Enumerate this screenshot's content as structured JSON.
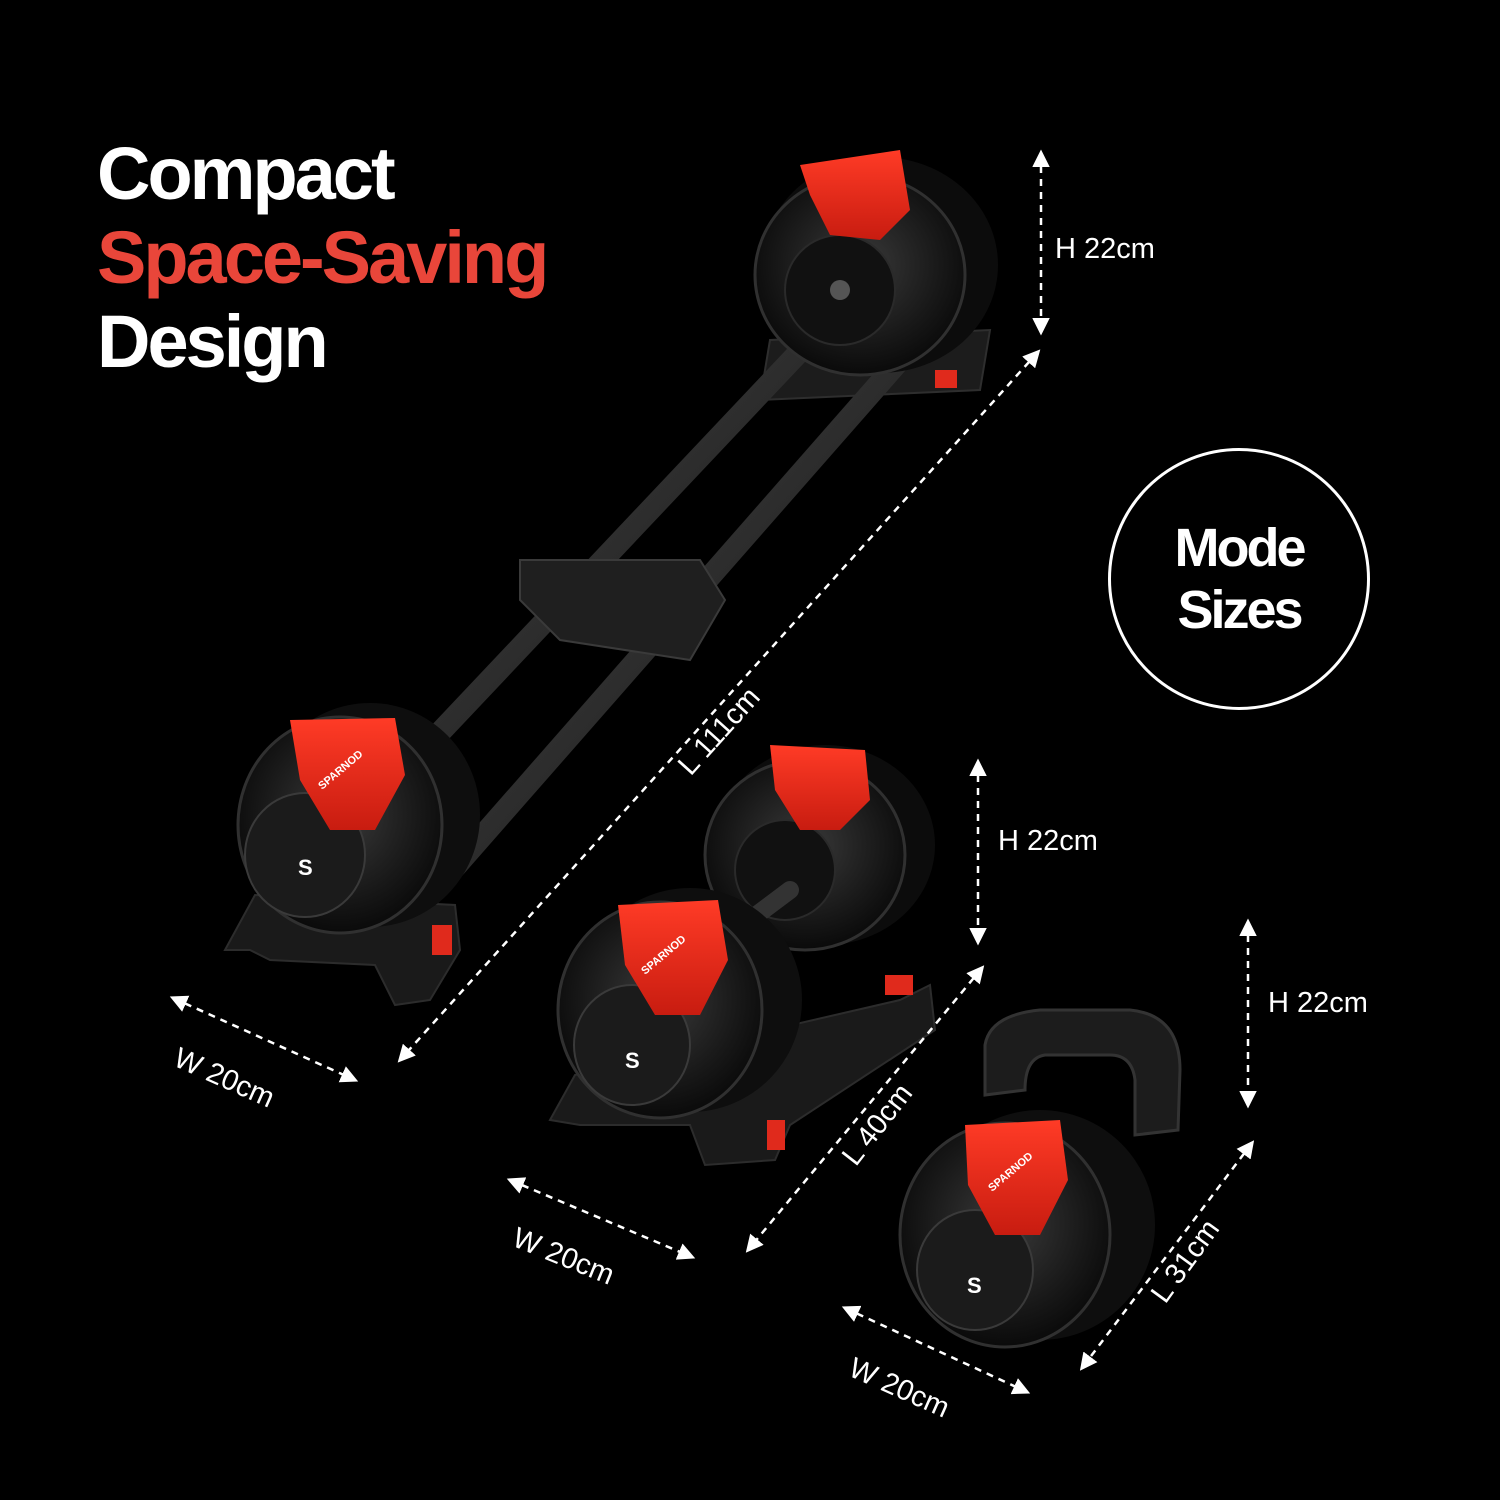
{
  "headline": {
    "line1": "Compact",
    "line2": "Space-Saving",
    "line3": "Design"
  },
  "badge": {
    "line1": "Mode",
    "line2": "Sizes"
  },
  "brand": {
    "name": "SPARNOD",
    "logo_letter": "S"
  },
  "colors": {
    "background": "#000000",
    "accent_red": "#e9463a",
    "text": "#ffffff"
  },
  "barbell": {
    "height": "H 22cm",
    "length": "L 111cm",
    "width": "W 20cm"
  },
  "dumbbell": {
    "height": "H 22cm",
    "length": "L 40cm",
    "width": "W 20cm"
  },
  "kettlebell": {
    "height": "H 22cm",
    "length": "L 31cm",
    "width": "W 20cm"
  }
}
